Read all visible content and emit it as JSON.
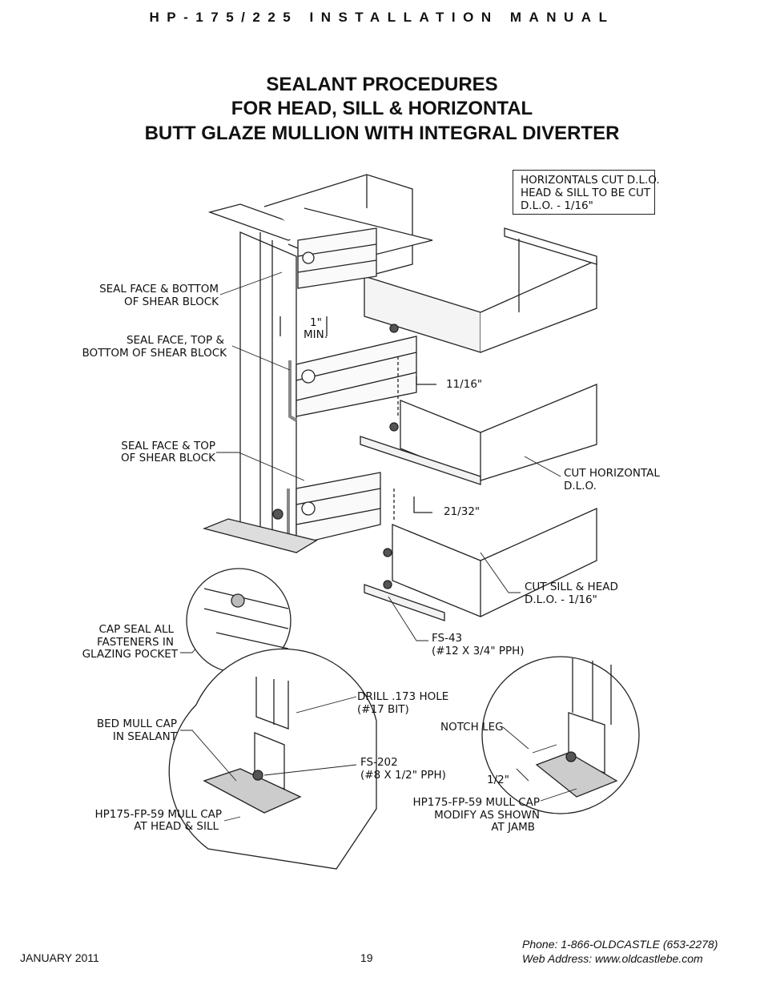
{
  "header": "HP-175/225 INSTALLATION MANUAL",
  "title": {
    "line1": "SEALANT PROCEDURES",
    "line2": "FOR HEAD, SILL & HORIZONTAL",
    "line3": "BUTT GLAZE MULLION WITH INTEGRAL DIVERTER"
  },
  "notes": {
    "box_line1": "HORIZONTALS CUT D.L.O.",
    "box_line2": "HEAD & SILL TO BE CUT",
    "box_line3": "D.L.O. - 1/16\""
  },
  "callouts": {
    "seal_face_bottom_1": "SEAL FACE & BOTTOM",
    "seal_face_bottom_2": "OF SHEAR BLOCK",
    "seal_face_top_bottom_1": "SEAL FACE, TOP &",
    "seal_face_top_bottom_2": "BOTTOM OF SHEAR BLOCK",
    "seal_face_top_1": "SEAL FACE & TOP",
    "seal_face_top_2": "OF SHEAR BLOCK",
    "min_1": "1\"",
    "min_2": "MIN.",
    "dim_11_16": "11/16\"",
    "dim_21_32": "21/32\"",
    "cut_horizontal_1": "CUT HORIZONTAL",
    "cut_horizontal_2": "D.L.O.",
    "cut_sill_head_1": "CUT SILL & HEAD",
    "cut_sill_head_2": "D.L.O. - 1/16\"",
    "cap_seal_1": "CAP SEAL ALL",
    "cap_seal_2": "FASTENERS IN",
    "cap_seal_3": "GLAZING POCKET",
    "fs43_1": "FS-43",
    "fs43_2": "(#12 X 3/4\" PPH)",
    "drill_1": "DRILL .173 HOLE",
    "drill_2": "(#17 BIT)",
    "bed_mull_1": "BED MULL CAP",
    "bed_mull_2": "IN SEALANT",
    "fs202_1": "FS-202",
    "fs202_2": "(#8 X 1/2\" PPH)",
    "mull_cap_head_1": "HP175-FP-59 MULL CAP",
    "mull_cap_head_2": "AT HEAD & SILL",
    "notch_leg": "NOTCH LEG",
    "dim_1_2": "1/2\"",
    "mull_cap_jamb_1": "HP175-FP-59 MULL CAP",
    "mull_cap_jamb_2": "MODIFY AS SHOWN",
    "mull_cap_jamb_3": "AT JAMB"
  },
  "footer": {
    "date": "JANUARY 2011",
    "page": "19",
    "phone": "Phone: 1-866-OLDCASTLE (653-2278)",
    "web": "Web Address: www.oldcastlebe.com"
  }
}
